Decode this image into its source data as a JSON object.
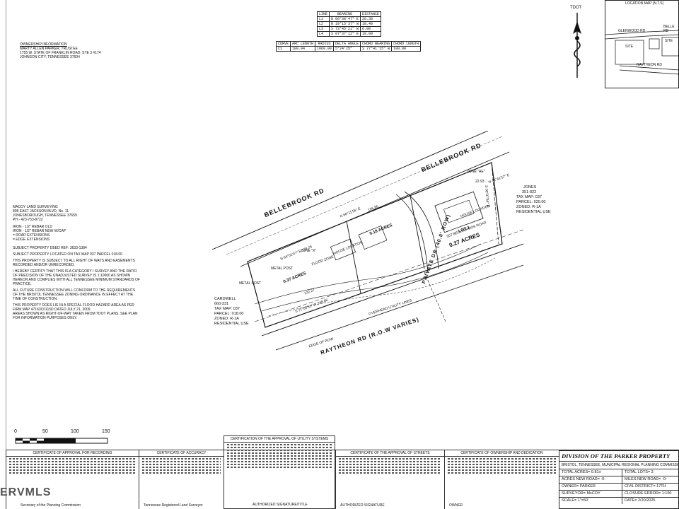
{
  "north": {
    "label": "TDOT"
  },
  "location_map": {
    "title": "LOCATION MAP (N.T.S)",
    "roads": [
      "GLENWOOD RD",
      "BELLE RD",
      "RAYTHEON RD"
    ],
    "site": "SITE"
  },
  "line_table": {
    "headers": [
      "LINE",
      "BEARING",
      "DISTANCE"
    ],
    "rows": [
      [
        "L1",
        "N 66°38'47\" E",
        "28.38"
      ],
      [
        "L2",
        "N 19°15'37\" W",
        "18.40"
      ],
      [
        "L3",
        "S 73°45'21\" W",
        "6.00"
      ],
      [
        "L4",
        "S 07°37'12\" E",
        "18.09"
      ]
    ]
  },
  "curve_table": {
    "headers": [
      "CURVE",
      "ARC LENGTH",
      "RADIUS",
      "DELTA ANGLE",
      "CHORD BEARING",
      "CHORD LENGTH"
    ],
    "rows": [
      [
        "C1",
        "100.04",
        "1060.00",
        "5°24'25\"",
        "S 77°41'15\" W",
        "100.00"
      ]
    ]
  },
  "ownership": {
    "title": "OWNERSHIP INFORMATION",
    "lines": [
      "MARTY ALLEN PARKER, TRUSTEE",
      "1755 W. STATE OF FRANKLIN ROAD, STE 3 #174",
      "JOHNSON CITY, TENNESSEE 37604"
    ]
  },
  "surveyor": {
    "lines": [
      "MACOY LAND SURVEYING",
      "808 EAST JACKSON BLVD, No. 11",
      "JONESBOROUGH, TENNESSEE 37659",
      "PH - 423-753-8722"
    ]
  },
  "legend": {
    "lines": [
      "IRON - 1/2\" REBAR OLD",
      "IRON - 1/2\" REBAR NEW W/CAP",
      "= ROAD EXTENSIONS",
      "= EDGE EXTENSIONS"
    ]
  },
  "notes": {
    "lines": [
      "SUBJECT PROPERTY DEED REF: 3633-1384",
      "SUBJECT PROPERTY LOCATED ON TAX MAP 037 PARCEL 018.00",
      "THIS PROPERTY IS SUBJECT TO ALL RIGHT OF WAYS AND EASEMENTS RECORDED AND/OR UNRECORDED.",
      "I HEREBY CERTIFY THAT THIS IS A CATEGORY I SURVEY AND THE RATIO OF PRECISION OF THE UNADJUSTED SURVEY IS 1:10000 AS SHOWN HEREON AND COMPLIES WITH ALL TENNESSEE MINIMUM STANDARDS OF PRACTICE.",
      "ALL FUTURE CONSTRUCTION WILL CONFORM TO THE REQUIREMENTS OF THE BRISTOL TENNESSEE ZONING ORDINANCE IN EFFECT AT THE TIME OF CONSTRUCTION.",
      "THIS PROPERTY DOES LIE IN A SPECIAL FLOOD HAZARD AREA AS PER FIRM MAP 47163C0115D DATED JULY 21, 2009",
      "AREAS SHOWN AS RIGHT-OF-WAY TAKEN FROM TDOT PLANS. SEE PLAN FOR INFORMATION PURPOSES ONLY."
    ]
  },
  "plat": {
    "road_top_a": "BELLEBROOK RD",
    "road_top_b": "BELLEBROOK RD",
    "road_bottom": "RAYTHEON RD (R.O.W VARIES)",
    "private_drive": "PRIVATE DR (40.0' ROW)",
    "lot1": "LOT 1",
    "lot1_area": "0.27 ACRES",
    "lot2_area": "0.18 ACRES",
    "lot3_area": "0.37 ACRES",
    "house_label": "HOUSE LOCATION",
    "lot1_address": "507 BELLEBROOK ROAD",
    "metal_post_a": "METAL POST",
    "metal_post_b": "METAL POST",
    "flood_zone": "FLOOD ZONE",
    "overhead": "OVERHEAD UTILITY LINES",
    "edge_row": "EDGE OF ROW",
    "bearing_top": "N 66°11'56\" E",
    "bearing_top2": "N 72°41'57\" E",
    "bearing_bottom": "S 71°05'53\" W  248.86",
    "bearing_lot_a": "N 64°01'47\" E  129.26",
    "bearing_right": "S 00°07'54\" E",
    "dist_a": "106.80",
    "dist_b": "22.93",
    "dist_c": "122.27",
    "zone_x": "ZONE \"X\"",
    "zone_ae": "ZONE \"AE\""
  },
  "jones": {
    "lines": [
      "JONES",
      "351-822",
      "TAX MAP: 037",
      "PARCEL: 020.00",
      "ZONED: R-1A",
      "RESIDENTIAL USE"
    ]
  },
  "cardwell": {
    "lines": [
      "CARDWELL",
      "660-331",
      "TAX MAP: 037",
      "PARCEL: 018.00",
      "ZONED: R-1A",
      "RESIDENTIAL USE"
    ]
  },
  "scale_bar": {
    "ticks": [
      "0",
      "50",
      "100",
      "150"
    ]
  },
  "certs": {
    "recording": {
      "title": "CERTIFICATE OF APPROVAL FOR RECORDING",
      "footer": "Secretary of the Planning Commission"
    },
    "accuracy": {
      "title": "CERTIFICATE OF ACCURACY",
      "footer": "Tennessee Registered Land Surveyor"
    },
    "utility": {
      "title": "CERTIFICATION OF THE APPROVAL OF UTILITY SYSTEMS",
      "footer": "AUTHORIZED SIGNATURE/TITLE"
    },
    "streets": {
      "title": "CERTIFICATE OF THE APPROVAL OF STREETS",
      "footer": "AUTHORIZED SIGNATURE"
    },
    "ownership": {
      "title": "CERTIFICATE OF OWNERSHIP AND DEDICATION",
      "footer": "OWNER"
    }
  },
  "title_block": {
    "title": "DIVISION OF THE PARKER PROPERTY",
    "subtitle": "BRISTOL, TENNESSEE, MUNICIPAL REGIONAL PLANNING COMMISSION",
    "rows": [
      [
        "TOTAL ACRES= 0.81±",
        "TOTAL LOTS= 3"
      ],
      [
        "ACRES NEW ROAD= -0-",
        "MILES NEW ROAD= -0-"
      ],
      [
        "OWNER= PARKER",
        "CIVIL DISTRICT= 17TH"
      ],
      [
        "SURVEYOR= McCOY",
        "CLOSURE ERROR= 1:100"
      ],
      [
        "SCALE= 1\"=50'",
        "DATE= 2/20/2025"
      ]
    ]
  },
  "watermark": "ERVMLS"
}
